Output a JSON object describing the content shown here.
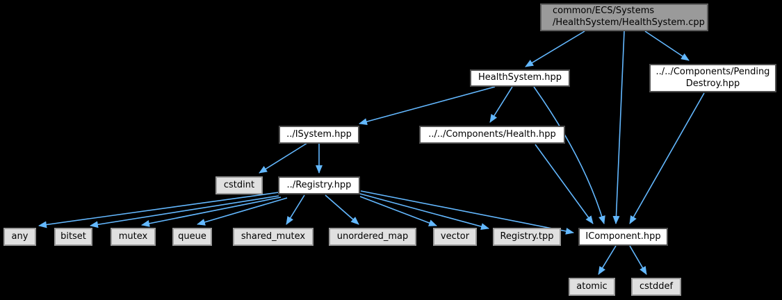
{
  "diagram": {
    "kind": "include-dependency-graph",
    "background_color": "#000000",
    "edge_color": "#63b8ff",
    "focus_fill": "#9a9a9a",
    "header_fill": "#ffffff",
    "system_fill": "#e0e0e0",
    "text_color": "#000000",
    "nodes": [
      {
        "id": "healthsystem-cpp",
        "label": "common/ECS/Systems\n/HealthSystem/HealthSystem.cpp",
        "kind": "focus"
      },
      {
        "id": "healthsystem-hpp",
        "label": "HealthSystem.hpp",
        "kind": "header"
      },
      {
        "id": "pendingdestroy-hpp",
        "label": "../../Components/Pending\nDestroy.hpp",
        "kind": "header"
      },
      {
        "id": "isystem-hpp",
        "label": "../ISystem.hpp",
        "kind": "header"
      },
      {
        "id": "health-hpp",
        "label": "../../Components/Health.hpp",
        "kind": "header"
      },
      {
        "id": "cstdint",
        "label": "cstdint",
        "kind": "system"
      },
      {
        "id": "registry-hpp",
        "label": "../Registry.hpp",
        "kind": "header"
      },
      {
        "id": "any",
        "label": "any",
        "kind": "system"
      },
      {
        "id": "bitset",
        "label": "bitset",
        "kind": "system"
      },
      {
        "id": "mutex",
        "label": "mutex",
        "kind": "system"
      },
      {
        "id": "queue",
        "label": "queue",
        "kind": "system"
      },
      {
        "id": "shared-mutex",
        "label": "shared_mutex",
        "kind": "system"
      },
      {
        "id": "unordered-map",
        "label": "unordered_map",
        "kind": "system"
      },
      {
        "id": "vector",
        "label": "vector",
        "kind": "system"
      },
      {
        "id": "registry-tpp",
        "label": "Registry.tpp",
        "kind": "system"
      },
      {
        "id": "icomponent-hpp",
        "label": "IComponent.hpp",
        "kind": "header"
      },
      {
        "id": "atomic",
        "label": "atomic",
        "kind": "system"
      },
      {
        "id": "cstddef",
        "label": "cstddef",
        "kind": "system"
      }
    ],
    "edges": [
      {
        "from": "healthsystem-cpp",
        "to": "healthsystem-hpp"
      },
      {
        "from": "healthsystem-cpp",
        "to": "icomponent-hpp"
      },
      {
        "from": "healthsystem-cpp",
        "to": "pendingdestroy-hpp"
      },
      {
        "from": "healthsystem-hpp",
        "to": "isystem-hpp"
      },
      {
        "from": "healthsystem-hpp",
        "to": "health-hpp"
      },
      {
        "from": "healthsystem-hpp",
        "to": "icomponent-hpp"
      },
      {
        "from": "pendingdestroy-hpp",
        "to": "icomponent-hpp"
      },
      {
        "from": "health-hpp",
        "to": "icomponent-hpp"
      },
      {
        "from": "isystem-hpp",
        "to": "cstdint"
      },
      {
        "from": "isystem-hpp",
        "to": "registry-hpp"
      },
      {
        "from": "registry-hpp",
        "to": "any"
      },
      {
        "from": "registry-hpp",
        "to": "bitset"
      },
      {
        "from": "registry-hpp",
        "to": "mutex"
      },
      {
        "from": "registry-hpp",
        "to": "queue"
      },
      {
        "from": "registry-hpp",
        "to": "shared-mutex"
      },
      {
        "from": "registry-hpp",
        "to": "unordered-map"
      },
      {
        "from": "registry-hpp",
        "to": "vector"
      },
      {
        "from": "registry-hpp",
        "to": "registry-tpp"
      },
      {
        "from": "registry-hpp",
        "to": "icomponent-hpp"
      },
      {
        "from": "icomponent-hpp",
        "to": "atomic"
      },
      {
        "from": "icomponent-hpp",
        "to": "cstddef"
      }
    ]
  }
}
